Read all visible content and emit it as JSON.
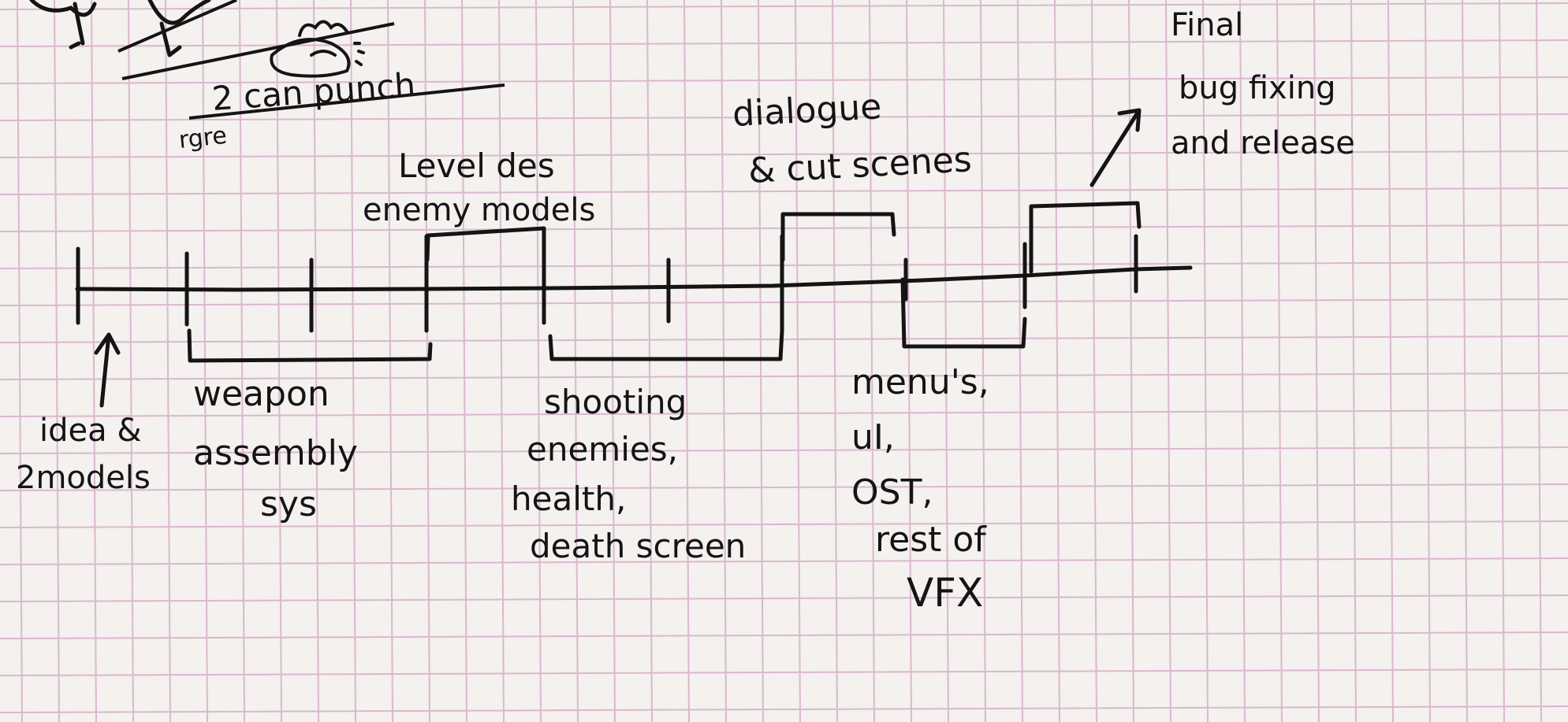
{
  "sketch": {
    "top_note_line1": "2 can punch",
    "top_note_line2": "rgre"
  },
  "milestones": {
    "idea": {
      "line1": "idea &",
      "line2": "2models"
    },
    "weapon": {
      "line1": "weapon",
      "line2": "assembly",
      "line3": "sys"
    },
    "level": {
      "line1": "Level des",
      "line2": "enemy models"
    },
    "shooting": {
      "line1": "shooting",
      "line2": "enemies,",
      "line3": "health,",
      "line4": "death screen"
    },
    "dialogue": {
      "line1": "dialogue",
      "line2": "& cut scenes"
    },
    "menus": {
      "line1": "menu's,",
      "line2": "uI,",
      "line3": "OST,",
      "line4": "rest of",
      "line5": "VFX"
    },
    "final": {
      "line1": "Final",
      "line2": "bug fixing",
      "line3": "and release"
    }
  },
  "colors": {
    "paper": "#f4f1ee",
    "grid": "#d9b8d0",
    "ink": "#141414"
  }
}
